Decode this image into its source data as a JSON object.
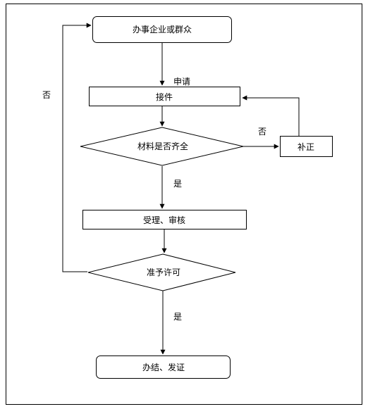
{
  "nodes": {
    "applicant": "办事企业或群众",
    "accept": "接件",
    "materials_check": "材料是否齐全",
    "supplement": "补正",
    "review": "受理、审核",
    "approve": "准予许可",
    "finish": "办结、发证"
  },
  "edges": {
    "apply": "申请",
    "materials_no": "否",
    "materials_yes": "是",
    "approve_no": "否",
    "approve_yes": "是"
  }
}
